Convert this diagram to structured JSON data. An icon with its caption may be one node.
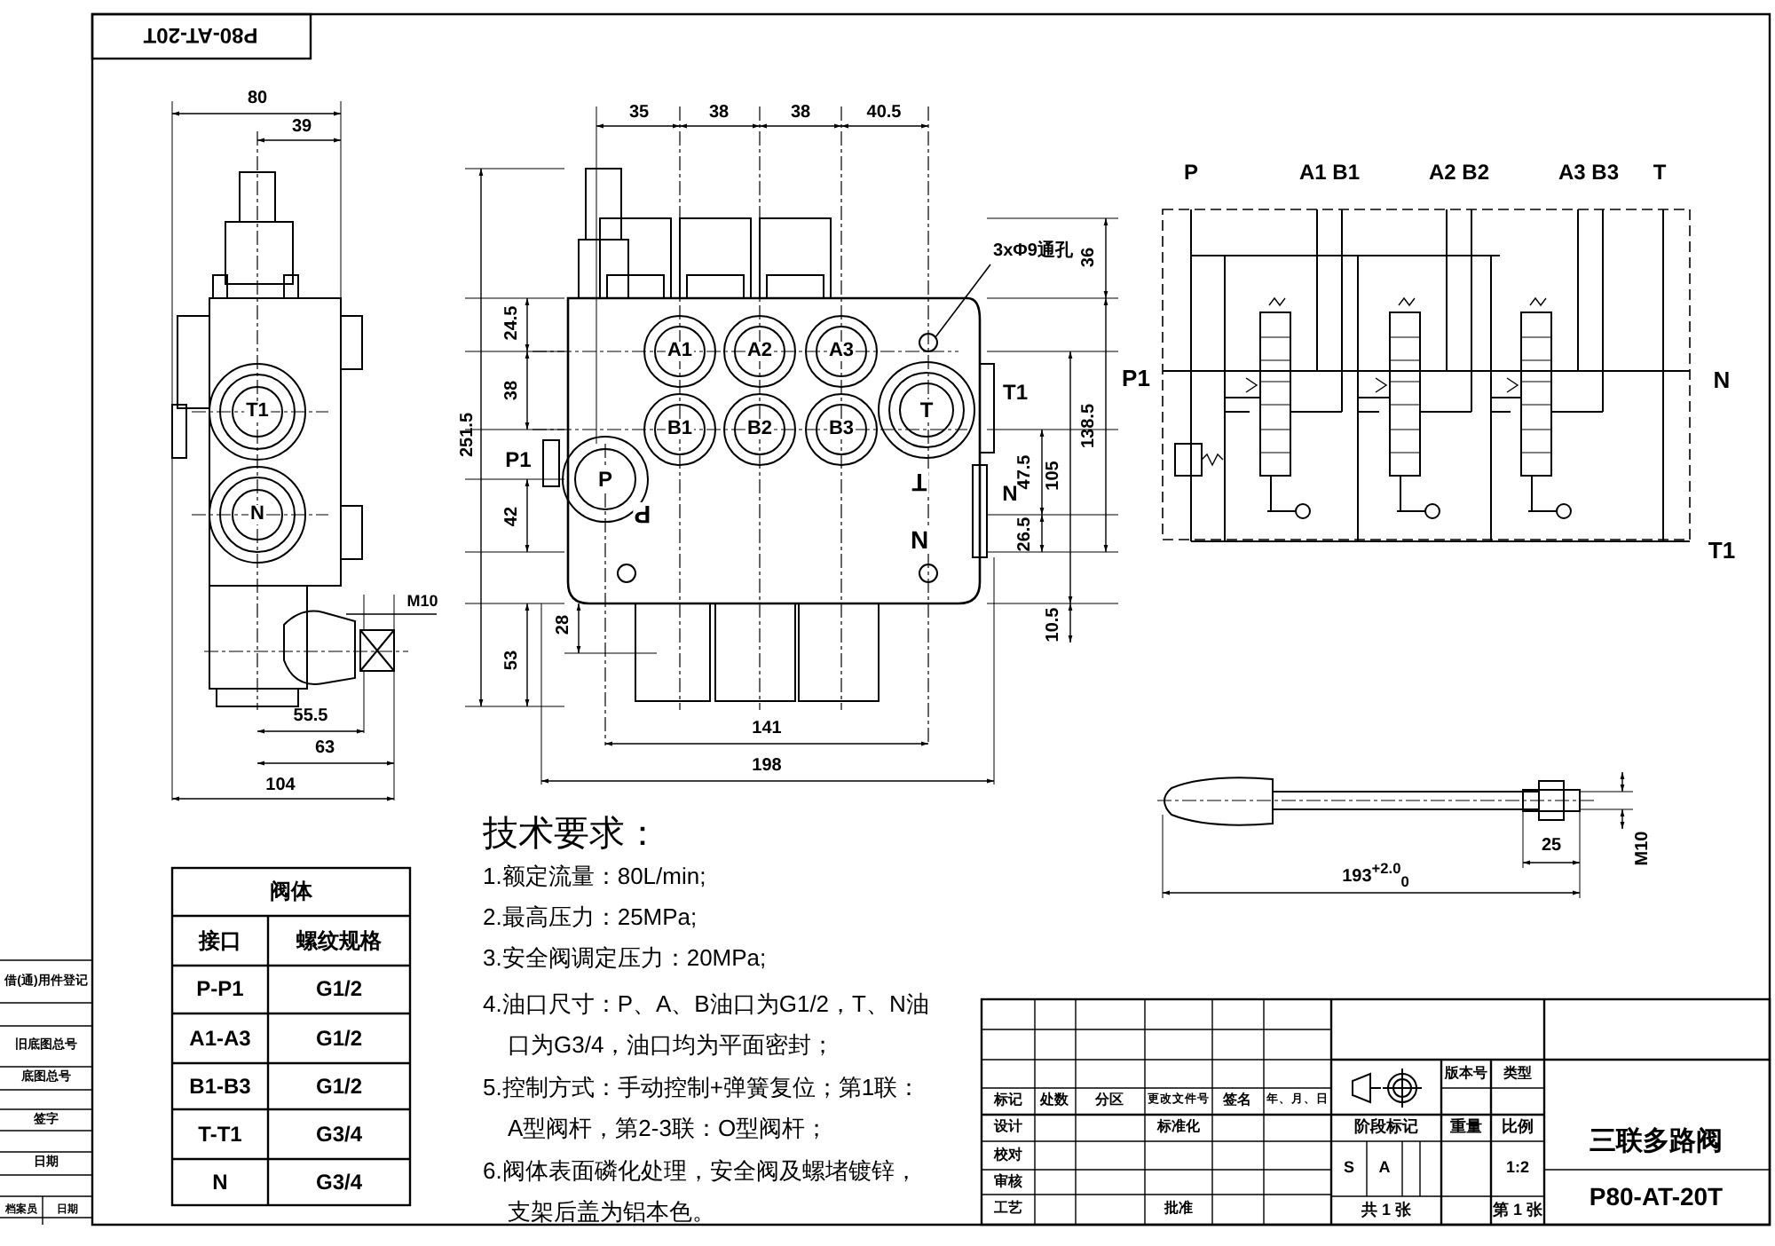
{
  "diagram": {
    "nodes": [
      {
        "text": [
          "3xΦ9通孔"
        ]
      },
      {
        "text": [],
        "shape": "circle"
      }
    ],
    "edges": [
      {
        "from": 0,
        "to": 1,
        "arrow": "none"
      }
    ],
    "labels": [
      "P80-AT-20T",
      "80",
      "39",
      "T1",
      "N",
      "M10",
      "55.5",
      "63",
      "104",
      "35",
      "38",
      "38",
      "40.5",
      "36",
      "24.5",
      "A1",
      "A2",
      "A3",
      "38",
      "T",
      "T1",
      "251.5",
      "B1",
      "B2",
      "B3",
      "138.5",
      "P1",
      "P",
      "T",
      "N",
      "47.5",
      "105",
      "42",
      "P",
      "N",
      "26.5",
      "28",
      "10.5",
      "53",
      "141",
      "198",
      "P",
      "A1 B1",
      "A2 B2",
      "A3 B3",
      "T",
      "P1",
      "N",
      "T1",
      "25",
      "M10",
      "193$^{+2.0}$$_{0}$",
      "技术要求：",
      "1.额定流量：80L/min;",
      "2.最高压力：25MPa;",
      "3.安全阀调定压力：20MPa;",
      "4.油口尺寸：P、A、B油口为G1/2，T、N油口为G3/4，油口均为平面密封；",
      "5.控制方式：手动控制+弹簧复位；第1联：A型阀杆，第2-3联：O型阀杆；",
      "6.阀体表面磷化处理，安全阀及螺堵镀锌，支架后盖为铝本色。",
      "阀体",
      "接口",
      "螺纹规格",
      "P-P1",
      "G1/2",
      "A1-A3",
      "G1/2",
      "B1-B3",
      "G1/2",
      "T-T1",
      "G3/4",
      "N",
      "G3/4",
      "借(通)用件登记",
      "旧底图总号",
      "底图总号",
      "签字",
      "日期",
      "档案员",
      "日期",
      "标记",
      "处数",
      "分区",
      "更改文件号",
      "签名",
      "年、月、日",
      "版本号",
      "类型",
      "设计",
      "标准化",
      "阶段标记",
      "重量",
      "比例",
      "三联多路阀",
      "校对",
      "S",
      "A",
      "1:2",
      "审核",
      "P80-AT-20T",
      "工艺",
      "批准",
      "共 1 张",
      "第 1 张"
    ]
  }
}
